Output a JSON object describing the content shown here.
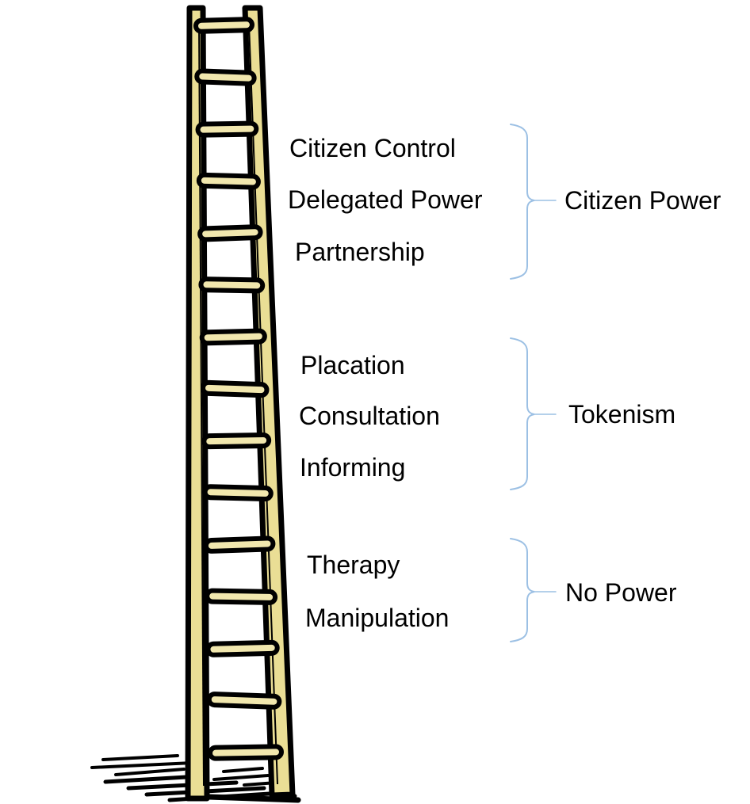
{
  "ladder": {
    "groups": [
      {
        "category": "Citizen Power",
        "levels": [
          "Citizen Control",
          "Delegated Power",
          "Partnership"
        ]
      },
      {
        "category": "Tokenism",
        "levels": [
          "Placation",
          "Consultation",
          "Informing"
        ]
      },
      {
        "category": "No Power",
        "levels": [
          "Therapy",
          "Manipulation"
        ]
      }
    ],
    "illustration": {
      "rung_count": 15,
      "colors": {
        "rail_fill": "#EADE95",
        "rung_fill": "#F1E7AE",
        "outline": "#000000",
        "bracket": "#9CC0E4",
        "text": "#000000",
        "background": "#FFFFFF"
      }
    }
  }
}
